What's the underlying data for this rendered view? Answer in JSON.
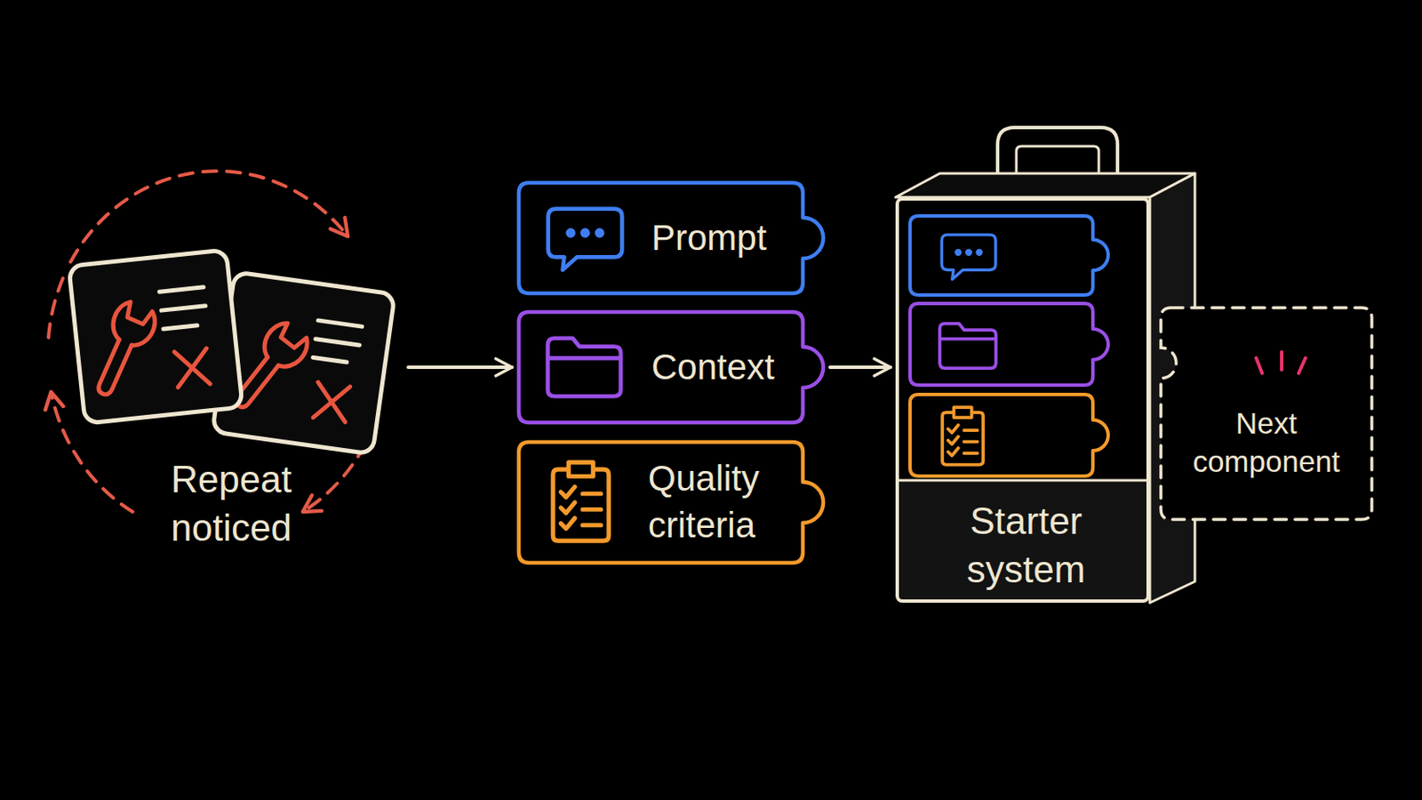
{
  "diagram": {
    "nodes": [
      {
        "text": [
          "Repeat noticed"
        ]
      },
      {
        "text": [
          "Prompt"
        ]
      },
      {
        "text": [
          "Context"
        ]
      },
      {
        "text": [
          "Quality criteria"
        ]
      },
      {
        "text": [
          "Starter system"
        ]
      },
      {
        "text": [
          "Next component"
        ]
      }
    ],
    "edges": [
      {
        "from": 0,
        "to": 2,
        "arrow": "to"
      },
      {
        "from": 2,
        "to": 4,
        "arrow": "to"
      }
    ]
  }
}
